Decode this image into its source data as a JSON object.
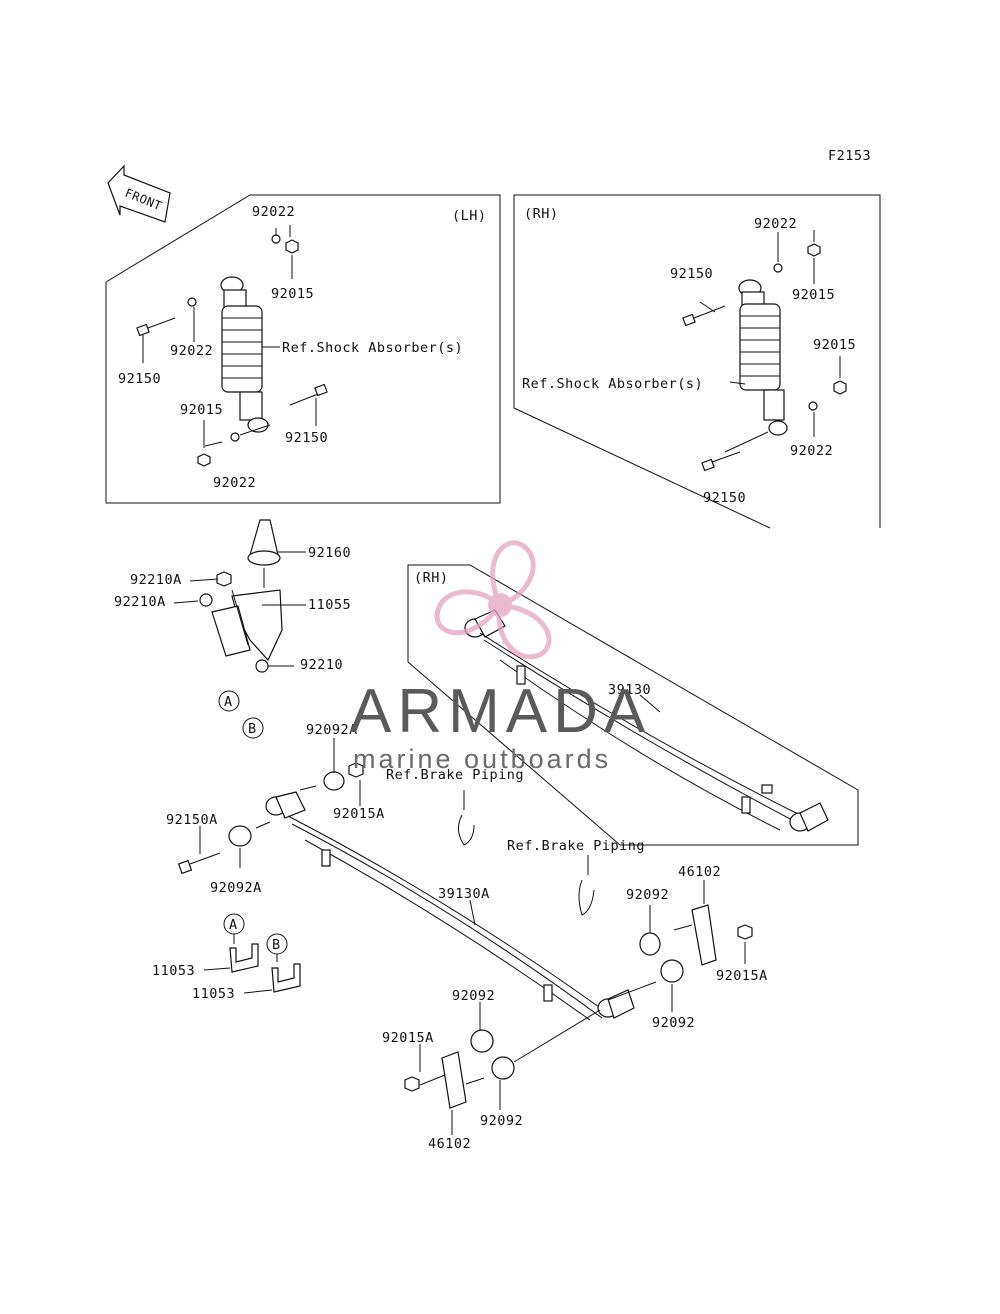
{
  "figure_code": "F2153",
  "front_arrow_label": "FRONT",
  "panels": {
    "lh_shock": {
      "tag": "(LH)",
      "ref": "Ref.Shock Absorber(s)",
      "parts": [
        "92022",
        "92015",
        "92022",
        "92150",
        "92015",
        "92150",
        "92022"
      ]
    },
    "rh_shock": {
      "tag": "(RH)",
      "ref": "Ref.Shock Absorber(s)",
      "parts": [
        "92022",
        "92150",
        "92015",
        "92015",
        "92022",
        "92150"
      ]
    },
    "rh_spring": {
      "tag": "(RH)",
      "part": "39130"
    }
  },
  "parts": {
    "bracket": [
      "92160",
      "92210A",
      "92210A",
      "11055",
      "92210"
    ],
    "markers": [
      "A",
      "B",
      "A",
      "B"
    ],
    "spring_lh": [
      "92092A",
      "92015A",
      "92150A",
      "92092A",
      "39130A"
    ],
    "refs": [
      "Ref.Brake Piping",
      "Ref.Brake Piping"
    ],
    "shackle_front": [
      "46102",
      "92092",
      "92015A",
      "92092"
    ],
    "shackle_rear": [
      "92092",
      "92015A",
      "92092",
      "46102"
    ],
    "u_bolts": [
      "11053",
      "11053"
    ]
  },
  "watermark": {
    "brand": "ARMADA",
    "tagline": "marine outboards",
    "logo_color": "#e6a3bf"
  }
}
